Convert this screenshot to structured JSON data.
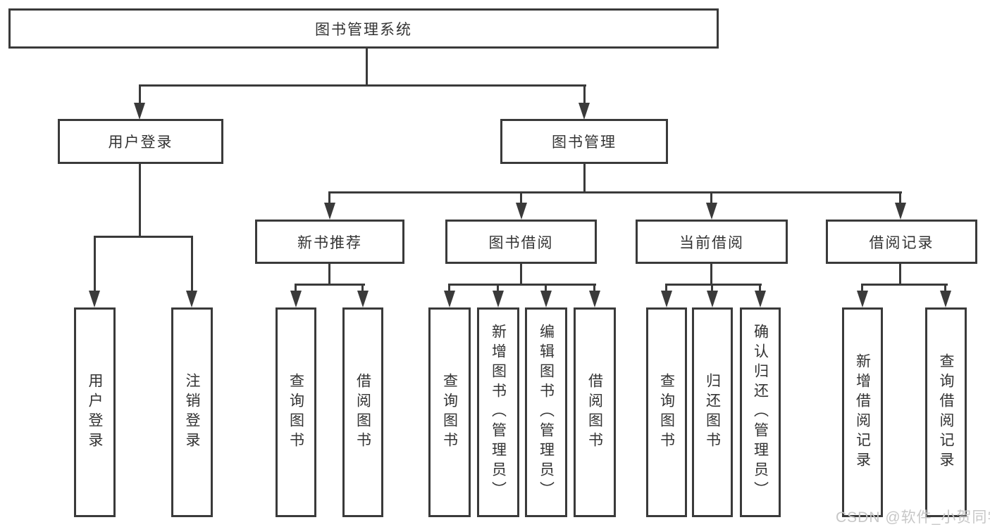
{
  "diagram_title": "图书管理系统",
  "watermark": "CSDN @软件_小贺同学",
  "colors": {
    "line": "#3a3a3a",
    "text": "#333333",
    "box_background": "#ffffff",
    "watermark": "#c7c7c7"
  },
  "chart_type": "hierarchy-tree",
  "tree": {
    "label": "图书管理系统",
    "children": [
      {
        "label": "用户登录",
        "children": [
          {
            "label": "用户登录"
          },
          {
            "label": "注销登录"
          }
        ]
      },
      {
        "label": "图书管理",
        "children": [
          {
            "label": "新书推荐",
            "children": [
              {
                "label": "查询图书"
              },
              {
                "label": "借阅图书"
              }
            ]
          },
          {
            "label": "图书借阅",
            "children": [
              {
                "label": "查询图书"
              },
              {
                "label": "新增图书（管理员）"
              },
              {
                "label": "编辑图书（管理员）"
              },
              {
                "label": "借阅图书"
              }
            ]
          },
          {
            "label": "当前借阅",
            "children": [
              {
                "label": "查询图书"
              },
              {
                "label": "归还图书"
              },
              {
                "label": "确认归还（管理员）"
              }
            ]
          },
          {
            "label": "借阅记录",
            "children": [
              {
                "label": "新增借阅记录"
              },
              {
                "label": "查询借阅记录"
              }
            ]
          }
        ]
      }
    ]
  }
}
